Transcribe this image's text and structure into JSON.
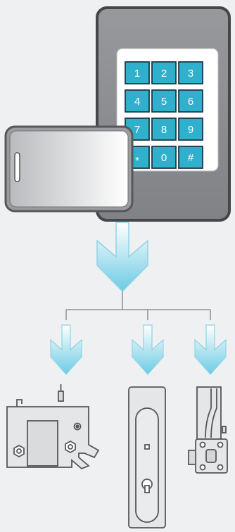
{
  "keypad": {
    "keys": [
      "1",
      "2",
      "3",
      "4",
      "5",
      "6",
      "7",
      "8",
      "9",
      "*",
      "0",
      "#"
    ]
  },
  "colors": {
    "background": "#eef0f1",
    "panel_fill": "#8b8d90",
    "panel_stroke": "#444649",
    "key_fill": "#2fb0cc",
    "key_stroke": "#1f3946",
    "arrow_top": "#ffffff",
    "arrow_bottom": "#6ccbe4",
    "outline": "#555759"
  },
  "icons": {
    "source_devices": [
      "phone-icon",
      "keypad-panel-icon"
    ],
    "targets": [
      "cabinet-latch-icon",
      "handle-lock-icon",
      "rotary-latch-icon"
    ]
  }
}
